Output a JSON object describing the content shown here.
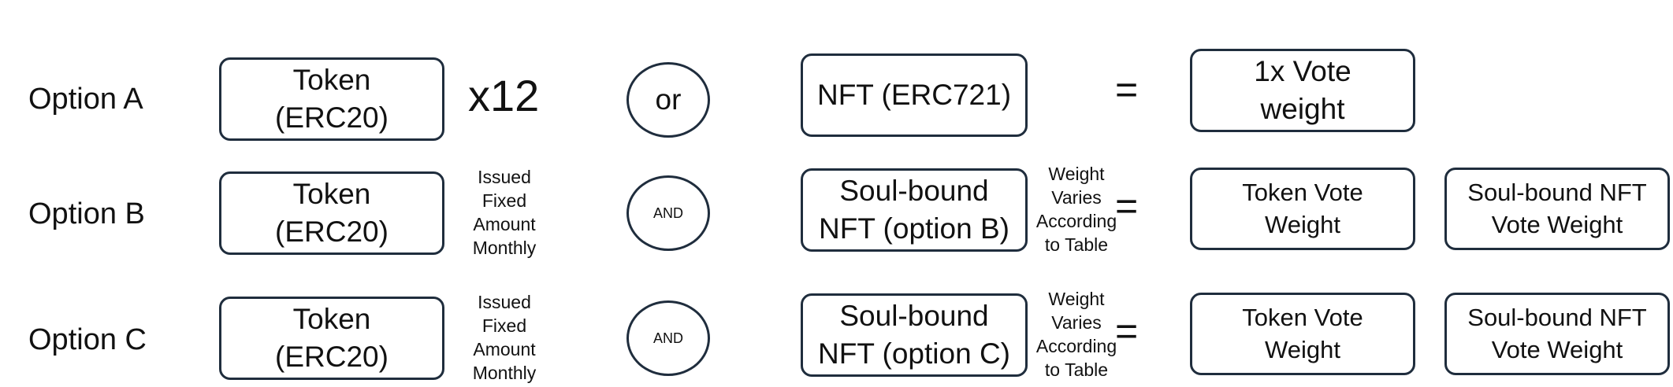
{
  "rows": [
    {
      "label": "Option A",
      "token": "Token\n(ERC20)",
      "modifier": "x12",
      "connector": "or",
      "nft": "NFT (ERC721)",
      "equals": "=",
      "results": [
        "1x Vote\nweight"
      ]
    },
    {
      "label": "Option B",
      "token": "Token\n(ERC20)",
      "modifier": "Issued\nFixed\nAmount\nMonthly",
      "connector": "AND",
      "nft": "Soul-bound\nNFT (option B)",
      "weight_note": "Weight\nVaries\nAccording\nto Table",
      "equals": "=",
      "results": [
        "Token Vote\nWeight",
        "Soul-bound NFT\nVote Weight"
      ]
    },
    {
      "label": "Option C",
      "token": "Token\n(ERC20)",
      "modifier": "Issued\nFixed\nAmount\nMonthly",
      "connector": "AND",
      "nft": "Soul-bound\nNFT (option C)",
      "weight_note": "Weight\nVaries\nAccording\nto Table",
      "equals": "=",
      "results": [
        "Token Vote\nWeight",
        "Soul-bound NFT\nVote Weight"
      ]
    }
  ],
  "colors": {
    "stroke": "#1f2d3d",
    "text": "#111111",
    "background": "#ffffff"
  }
}
